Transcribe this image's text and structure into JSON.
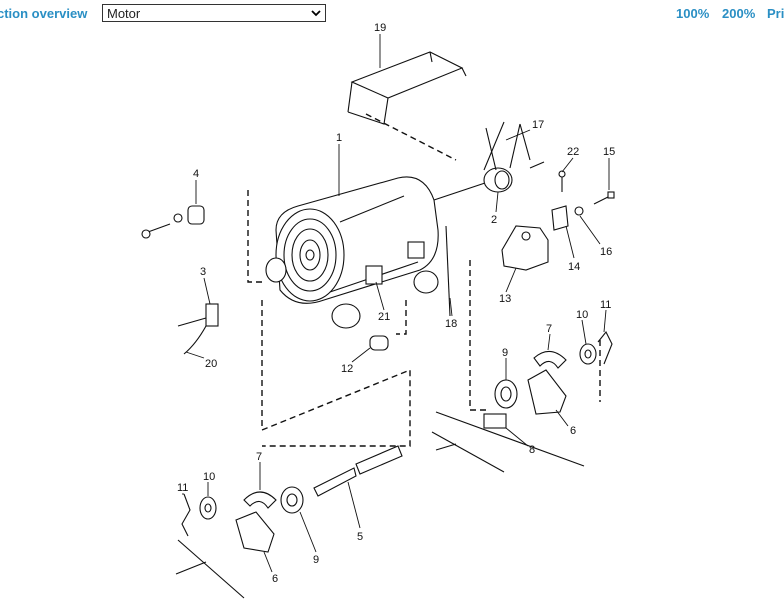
{
  "toolbar": {
    "overview_link": "ction overview",
    "section_select": {
      "selected": "Motor"
    },
    "zoom_100": "100%",
    "zoom_200": "200%",
    "print_link": "Pri"
  },
  "diagram": {
    "callouts": [
      "19",
      "1",
      "17",
      "22",
      "15",
      "4",
      "2",
      "16",
      "14",
      "3",
      "13",
      "21",
      "18",
      "12",
      "20",
      "11",
      "10",
      "7",
      "9",
      "6",
      "8",
      "5"
    ]
  }
}
